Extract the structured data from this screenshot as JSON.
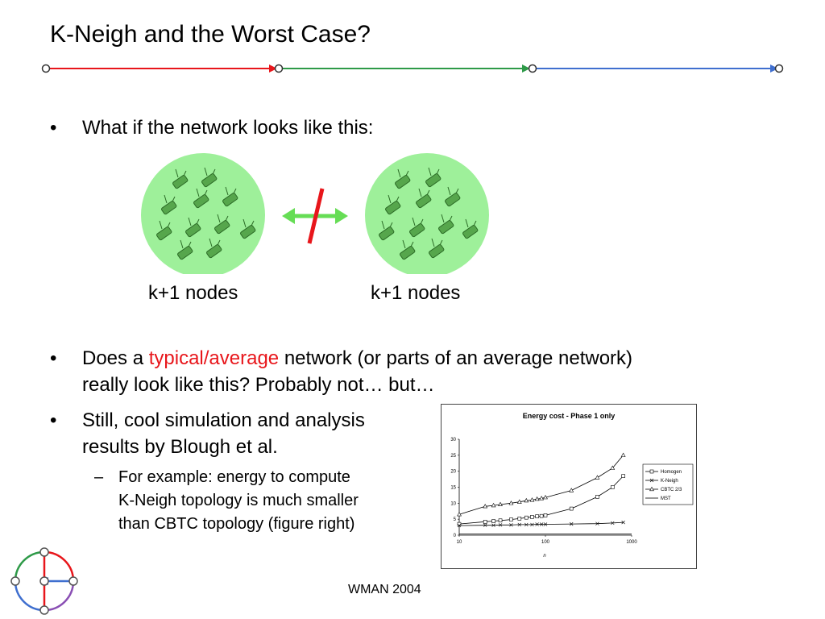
{
  "slide": {
    "title": "K-Neigh and the Worst Case?",
    "bullet_char": "•",
    "dash_char": "–",
    "bullet1": "What if the network looks like this:",
    "cluster_left_label": "k+1 nodes",
    "cluster_right_label": "k+1 nodes",
    "bullet2_pre": "Does a ",
    "bullet2_highlight": "typical/average",
    "bullet2_post": " network (or parts of an average network)",
    "bullet2_line2": "really look like this? Probably not… but…",
    "bullet3_line1": "Still, cool simulation and analysis",
    "bullet3_line2": "results by Blough et al.",
    "sub1_line1": "For example: energy to compute",
    "sub1_line2": "K-Neigh topology is much smaller",
    "sub1_line3": "than CBTC topology (figure right)",
    "footer": "WMAN 2004"
  },
  "colors": {
    "header_red": "#e8161b",
    "header_green": "#2e9a48",
    "header_blue": "#3f6fcf",
    "cluster_fill": "#9ef09a",
    "arrow_green": "#66dd55",
    "highlight_red": "#e8161b"
  },
  "chart_data": {
    "type": "line",
    "title": "Energy cost - Phase 1 only",
    "xlabel": "n",
    "ylabel": "",
    "xscale": "log",
    "xlim": [
      10,
      1000
    ],
    "ylim": [
      0,
      30
    ],
    "xticks": [
      "10",
      "100",
      "1000"
    ],
    "yticks": [
      "0",
      "5",
      "10",
      "15",
      "20",
      "25",
      "30"
    ],
    "legend_position": "right",
    "series": [
      {
        "name": "Homogen",
        "marker": "square",
        "x": [
          10,
          20,
          25,
          30,
          40,
          50,
          60,
          70,
          80,
          90,
          100,
          200,
          400,
          600,
          800
        ],
        "y": [
          3.5,
          4.2,
          4.4,
          4.6,
          4.9,
          5.2,
          5.5,
          5.7,
          5.9,
          6.0,
          6.2,
          8.3,
          12,
          15,
          18.5
        ]
      },
      {
        "name": "K-Neigh",
        "marker": "x",
        "x": [
          10,
          20,
          25,
          30,
          40,
          50,
          60,
          70,
          80,
          90,
          100,
          200,
          400,
          600,
          800
        ],
        "y": [
          3.0,
          3.1,
          3.1,
          3.2,
          3.2,
          3.3,
          3.3,
          3.3,
          3.4,
          3.4,
          3.4,
          3.5,
          3.6,
          3.8,
          4.0
        ]
      },
      {
        "name": "CBTC 2/3",
        "marker": "triangle",
        "x": [
          10,
          20,
          25,
          30,
          40,
          50,
          60,
          70,
          80,
          90,
          100,
          200,
          400,
          600,
          800
        ],
        "y": [
          6.5,
          9.0,
          9.3,
          9.6,
          10.0,
          10.4,
          10.8,
          11.0,
          11.3,
          11.5,
          11.8,
          14,
          18,
          21,
          25
        ]
      },
      {
        "name": "MST",
        "marker": "none",
        "x": [
          10,
          100,
          1000
        ],
        "y": [
          0.4,
          0.4,
          0.4
        ]
      }
    ]
  }
}
